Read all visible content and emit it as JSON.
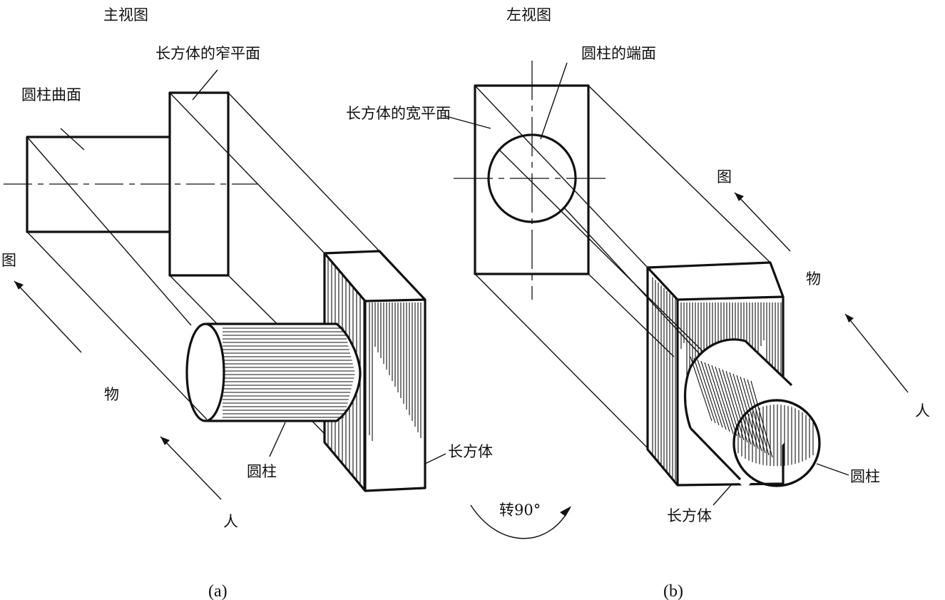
{
  "view_a": {
    "title": "主视图",
    "label_narrow_face": "长方体的窄平面",
    "label_cyl_surface": "圆柱曲面",
    "label_cylinder": "圆柱",
    "label_box": "长方体",
    "arrow_word_figure": "图",
    "arrow_word_object": "物",
    "arrow_word_person": "人",
    "caption": "(a)"
  },
  "view_b": {
    "title": "左视图",
    "label_end_face": "圆柱的端面",
    "label_wide_face": "长方体的宽平面",
    "label_cylinder": "圆柱",
    "label_box": "长方体",
    "arrow_word_figure": "图",
    "arrow_word_object": "物",
    "arrow_word_person": "人",
    "rotate_label": "转90°",
    "caption": "(b)"
  },
  "colors": {
    "line": "#111111",
    "background": "#ffffff"
  }
}
